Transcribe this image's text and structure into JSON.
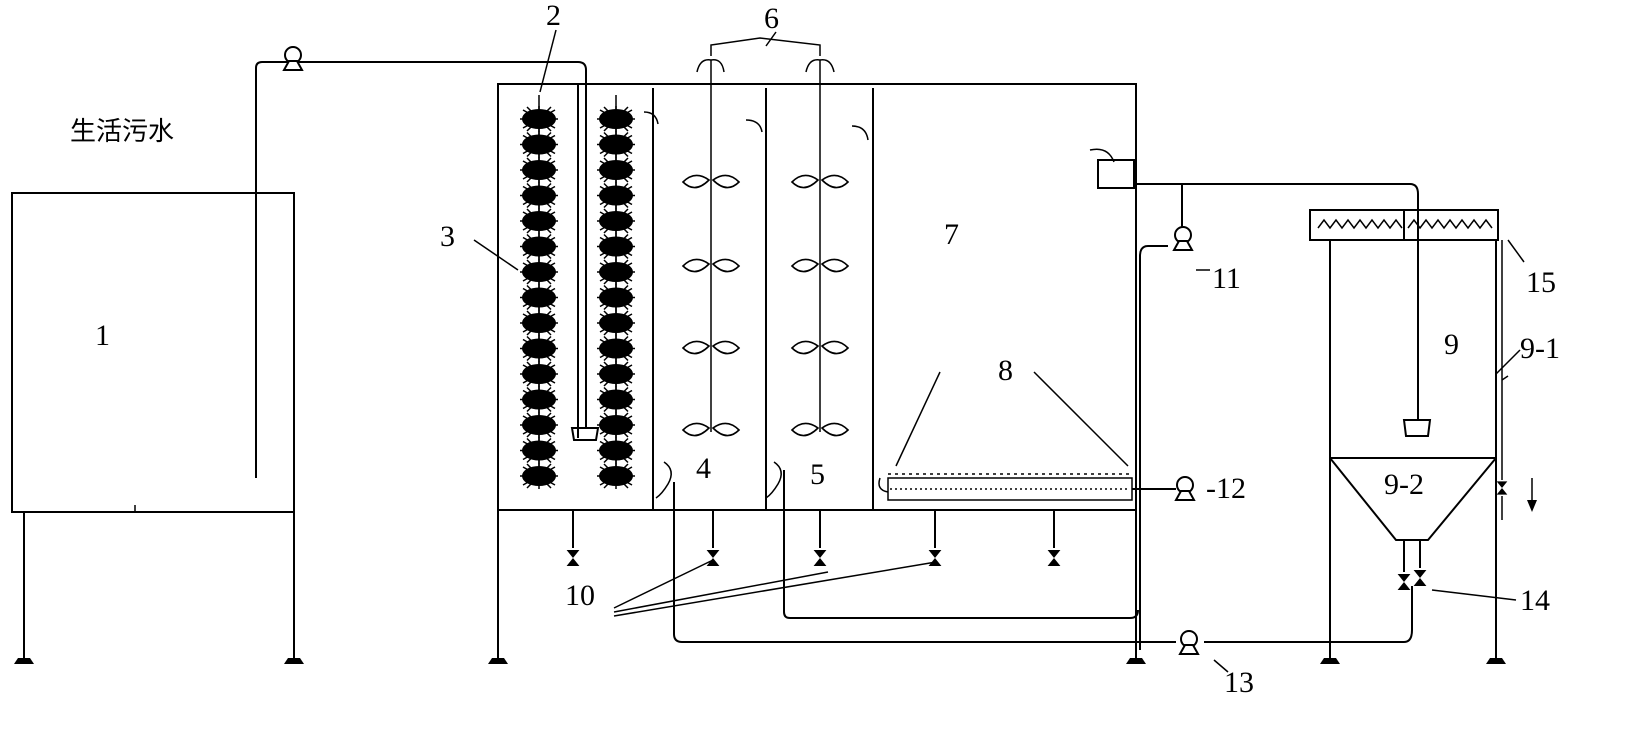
{
  "labels": {
    "sewage": "生活污水",
    "n1": "1",
    "n2": "2",
    "n3": "3",
    "n4": "4",
    "n5": "5",
    "n6": "6",
    "n7": "7",
    "n8": "8",
    "n9": "9",
    "n9_1": "9-1",
    "n9_2": "9-2",
    "n10": "10",
    "n11": "11",
    "n12": "-12",
    "n13": "13",
    "n14": "14",
    "n15": "15"
  },
  "colors": {
    "stroke": "#000000",
    "background": "#ffffff"
  }
}
